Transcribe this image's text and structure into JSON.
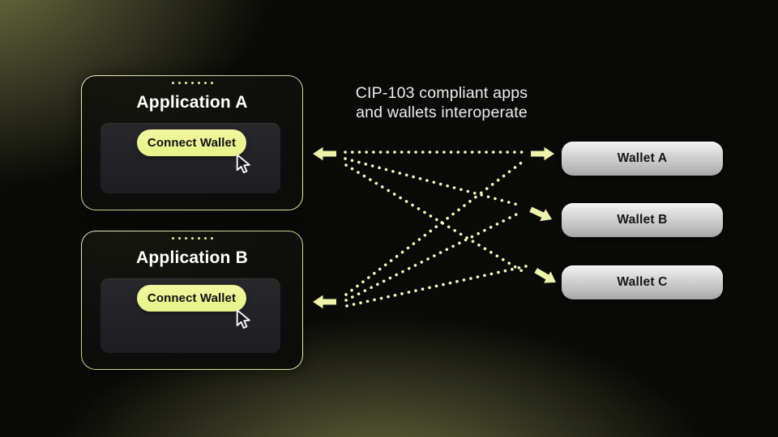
{
  "heading": {
    "line1": "CIP-103 compliant apps",
    "line2": "and wallets interoperate"
  },
  "apps": [
    {
      "id": "app-a",
      "title": "Application A",
      "button_label": "Connect Wallet"
    },
    {
      "id": "app-b",
      "title": "Application B",
      "button_label": "Connect Wallet"
    }
  ],
  "wallets": [
    {
      "id": "wallet-a",
      "label": "Wallet A"
    },
    {
      "id": "wallet-b",
      "label": "Wallet B"
    },
    {
      "id": "wallet-c",
      "label": "Wallet C"
    }
  ],
  "connections": [
    [
      "app-a",
      "wallet-a"
    ],
    [
      "app-a",
      "wallet-b"
    ],
    [
      "app-a",
      "wallet-c"
    ],
    [
      "app-b",
      "wallet-a"
    ],
    [
      "app-b",
      "wallet-b"
    ],
    [
      "app-b",
      "wallet-c"
    ]
  ],
  "colors": {
    "accent_yellow": "#e7f388",
    "accent_dots": "#eaf0a4",
    "dotted_line": "#f3f5c0",
    "arrow": "#eef2ab",
    "app_border": "#d9df9e",
    "wallet_text": "#161616",
    "heading_text": "#ededed",
    "background": "#0a0a08",
    "glow": "#babE6e"
  }
}
